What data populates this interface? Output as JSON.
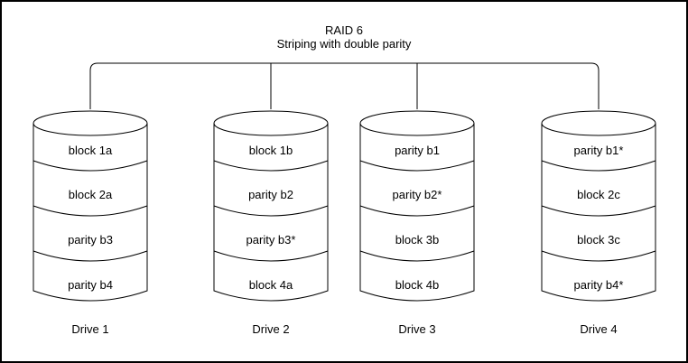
{
  "title": {
    "line1": "RAID 6",
    "line2": "Striping with double parity"
  },
  "drives": [
    {
      "label": "Drive 1",
      "blocks": [
        "block 1a",
        "block 2a",
        "parity b3",
        "parity b4"
      ]
    },
    {
      "label": "Drive 2",
      "blocks": [
        "block 1b",
        "parity b2",
        "parity b3*",
        "block 4a"
      ]
    },
    {
      "label": "Drive 3",
      "blocks": [
        "parity b1",
        "parity b2*",
        "block 3b",
        "block 4b"
      ]
    },
    {
      "label": "Drive 4",
      "blocks": [
        "parity b1*",
        "block 2c",
        "block 3c",
        "parity b4*"
      ]
    }
  ],
  "colors": {
    "stroke": "#000000",
    "background": "#ffffff",
    "text": "#000000"
  }
}
